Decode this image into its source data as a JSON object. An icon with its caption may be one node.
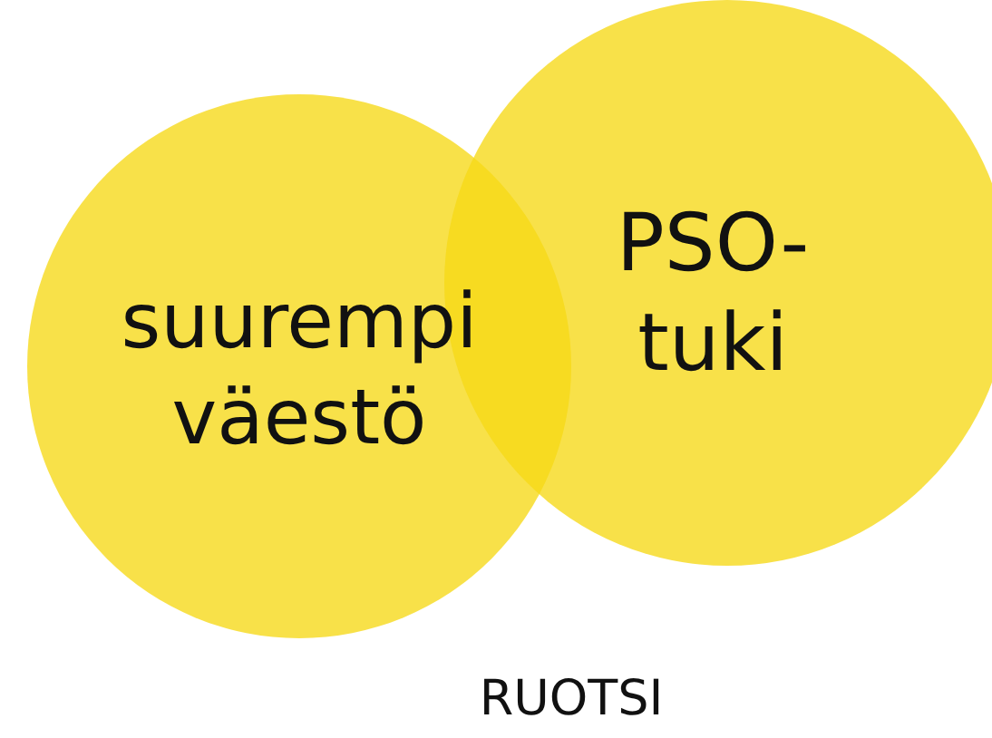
{
  "diagram": {
    "nodes": [
      {
        "text": [
          "suurempi väestö"
        ]
      },
      {
        "text": [
          "PSO-tuki"
        ]
      }
    ],
    "edges": [],
    "labels": [
      "RUOTSI"
    ]
  }
}
